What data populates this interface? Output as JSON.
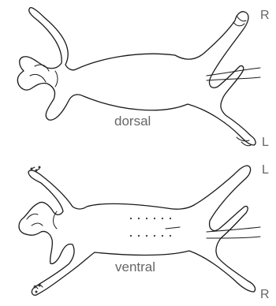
{
  "dorsal": {
    "view_label": "dorsal",
    "top_side": "R",
    "bottom_side": "L"
  },
  "ventral": {
    "view_label": "ventral",
    "top_side": "L",
    "bottom_side": "R"
  },
  "colors": {
    "outline": "#1a1a1a",
    "label": "#666666",
    "marker": "#333333"
  },
  "markers": {
    "rows": 2,
    "dots_per_row": 6
  }
}
